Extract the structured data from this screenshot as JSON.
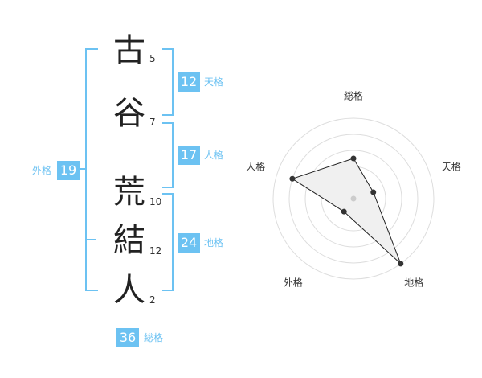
{
  "theme": {
    "accent": "#6cc2f2",
    "label_color": "#6cc2f2"
  },
  "name": {
    "chars": [
      {
        "char": "古",
        "strokes": "5"
      },
      {
        "char": "谷",
        "strokes": "7"
      },
      {
        "char": "荒",
        "strokes": "10"
      },
      {
        "char": "結",
        "strokes": "12"
      },
      {
        "char": "人",
        "strokes": "2"
      }
    ]
  },
  "fortune": {
    "tenkaku": {
      "value": "12",
      "label": "天格"
    },
    "jinkaku": {
      "value": "17",
      "label": "人格"
    },
    "chikaku": {
      "value": "24",
      "label": "地格"
    },
    "gaikaku": {
      "value": "19",
      "label": "外格"
    },
    "soukaku": {
      "value": "36",
      "label": "総格"
    }
  },
  "radar": {
    "axes": [
      "総格",
      "天格",
      "地格",
      "外格",
      "人格"
    ],
    "levels": 5,
    "values": [
      0.5,
      0.26,
      1.0,
      0.2,
      0.8
    ]
  }
}
